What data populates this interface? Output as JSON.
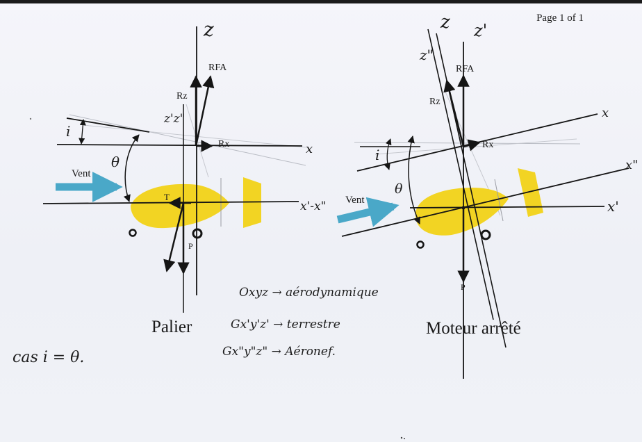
{
  "header": {
    "page_label": "Page 1 of 1"
  },
  "left_figure": {
    "axis_z": "z",
    "lift_total": "RFA",
    "lift_vertical": "Rz",
    "lift_horizontal": "Rx",
    "axis_zz": "z'z\"",
    "axis_x": "x",
    "axis_xx": "x'-x\"",
    "angle_i": "i",
    "angle_theta": "θ",
    "wind": "Vent",
    "thrust": "T",
    "weight": "P",
    "caption": "Palier"
  },
  "right_figure": {
    "axis_z": "z",
    "axis_z_prime": "z'",
    "axis_z_double": "z\"",
    "lift_total": "RFA",
    "lift_vertical": "Rz",
    "lift_horizontal": "Rx",
    "axis_x": "x",
    "axis_x_double": "x\"",
    "axis_x_prime": "x'",
    "angle_i": "i",
    "angle_theta": "θ",
    "wind": "Vent",
    "weight": "P",
    "caption": "Moteur arrêté"
  },
  "notes": {
    "line1": "Oxyz → aérodynamique",
    "line2": "Gx'y'z' → terrestre",
    "line3": "Gx\"y\"z\" → Aéronef.",
    "case": "cas i = θ."
  },
  "colors": {
    "fuselage": "#f2d423",
    "wind_arrow": "#4aa8c8",
    "ink": "#151515"
  }
}
